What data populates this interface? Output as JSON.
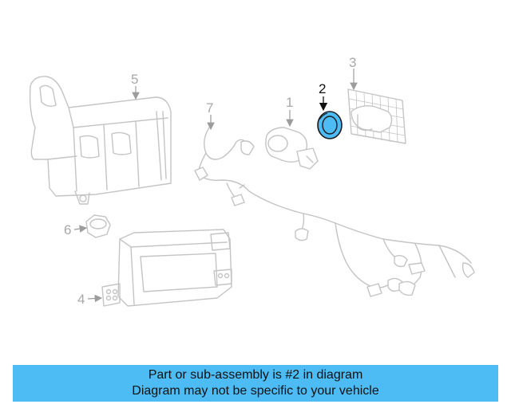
{
  "diagram": {
    "highlighted_part": "2",
    "colors": {
      "line": "#c4c4c4",
      "highlight": "#4dbcf4",
      "highlight_stroke": "#1b1b1b",
      "label": "#a8a8a8"
    },
    "callouts": [
      {
        "id": "1",
        "label": "1"
      },
      {
        "id": "2",
        "label": "2"
      },
      {
        "id": "3",
        "label": "3"
      },
      {
        "id": "4",
        "label": "4"
      },
      {
        "id": "5",
        "label": "5"
      },
      {
        "id": "6",
        "label": "6"
      },
      {
        "id": "7",
        "label": "7"
      }
    ]
  },
  "banner": {
    "line1": "Part or sub-assembly is #2 in diagram",
    "line2": "Diagram may not be specific to your vehicle",
    "color": "#4dbcf4"
  }
}
